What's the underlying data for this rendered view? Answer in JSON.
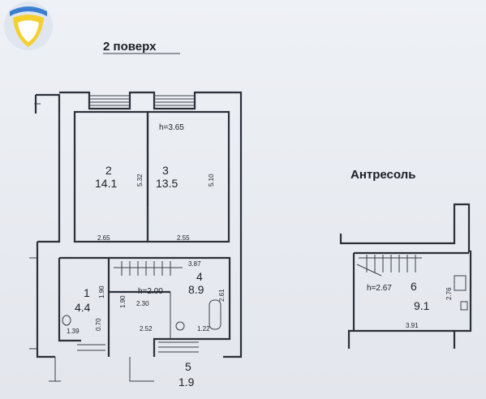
{
  "floor2": {
    "title": "2 поверх",
    "rooms": [
      {
        "num": "2",
        "area": "14.1"
      },
      {
        "num": "3",
        "area": "13.5"
      },
      {
        "num": "4",
        "area": "8.9"
      },
      {
        "num": "1",
        "area": "4.4"
      },
      {
        "num": "5",
        "area": "1.9"
      }
    ],
    "dims": [
      "5.32",
      "5.10",
      "2.65",
      "2.55",
      "3.87",
      "2.30",
      "1.39",
      "2.52",
      "1.22",
      "2.61",
      "1.90",
      "0.70"
    ],
    "heights": [
      "h=3.65",
      "h=2.00"
    ]
  },
  "mezzanine": {
    "title": "Антресоль",
    "room": {
      "num": "6",
      "area": "9.1"
    },
    "dims": [
      "3.91",
      "2.76"
    ],
    "height": "h=2.67"
  },
  "colors": {
    "line": "#2b2f38",
    "logo_yellow": "#f4cf2e",
    "logo_blue": "#3a7fd0"
  }
}
